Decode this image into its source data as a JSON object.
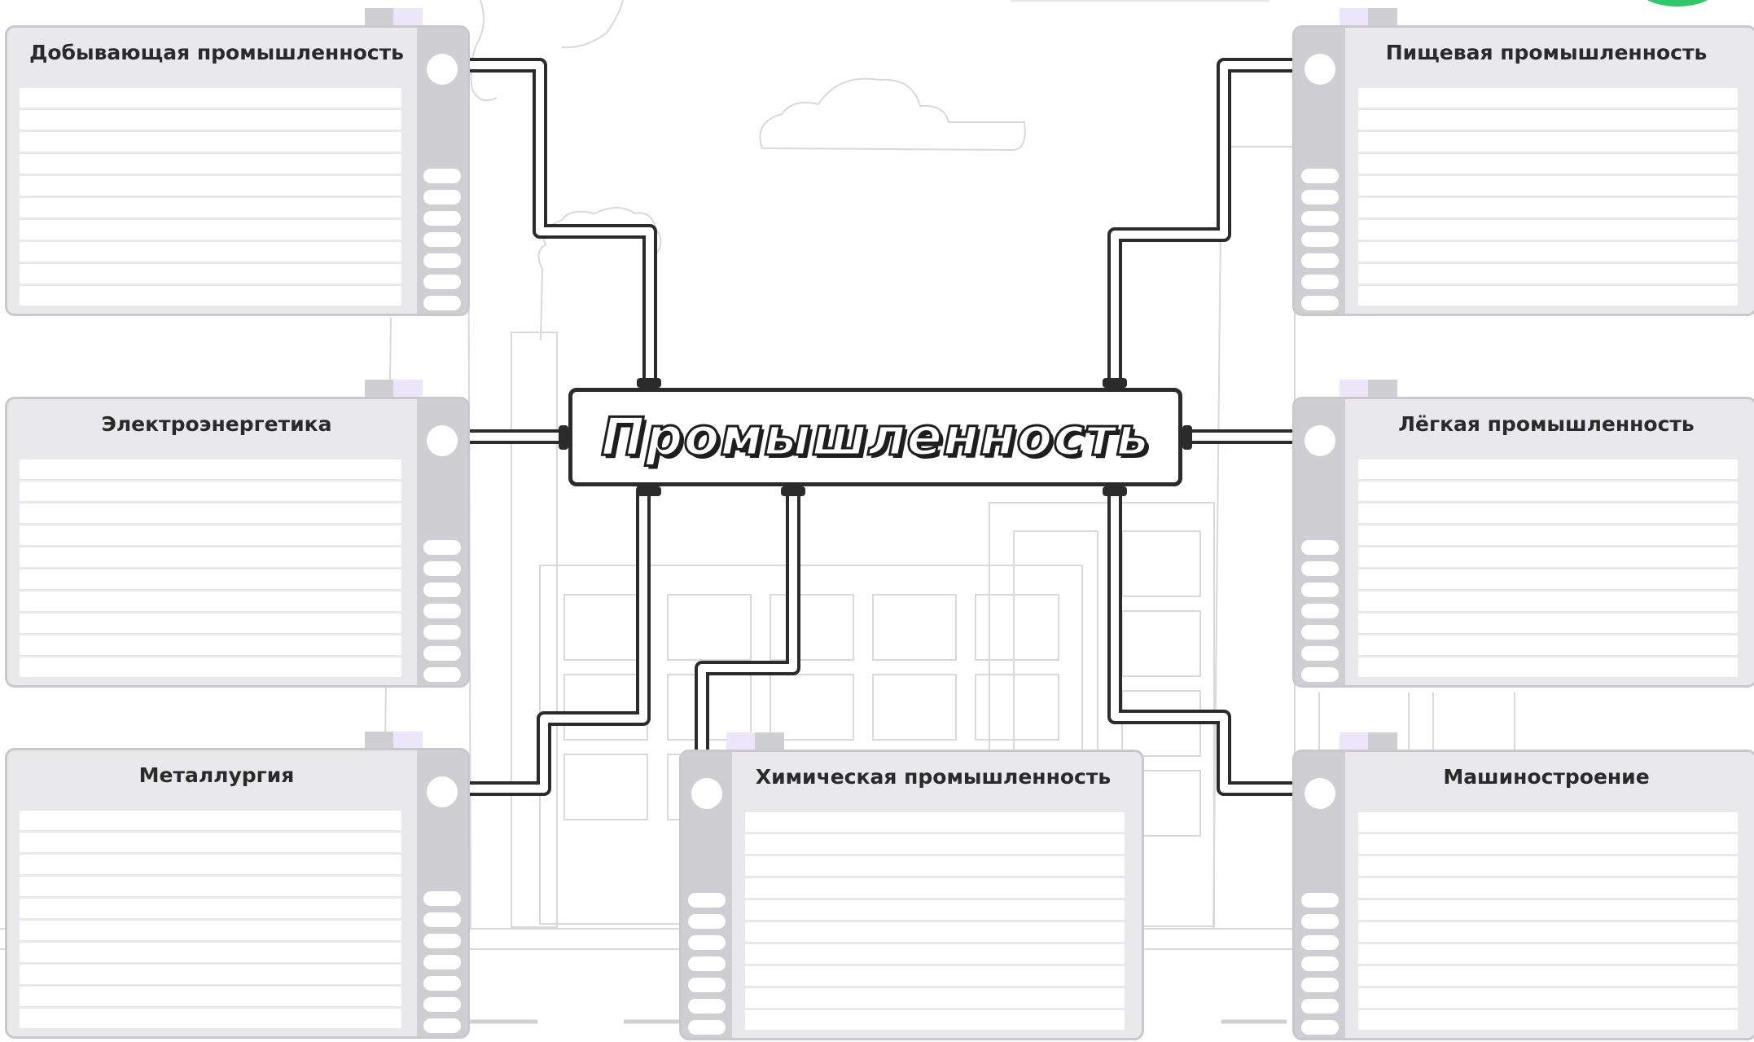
{
  "main_title": "Промышленность",
  "branches": [
    {
      "title": "Добывающая промышленность"
    },
    {
      "title": "Электроэнергетика"
    },
    {
      "title": "Металлургия"
    },
    {
      "title": "Химическая промышленность"
    },
    {
      "title": "Пищевая промышленность"
    },
    {
      "title": "Лёгкая промышленность"
    },
    {
      "title": "Машиностроение"
    }
  ],
  "colors": {
    "card_fill": "#e9e9eb",
    "card_spine": "#cfced3",
    "card_border": "#c9c8cc",
    "tab_lilac": "#ebe6fa",
    "pipe_stroke": "#2b2b2b",
    "background_drawing": "#d6d6d6",
    "accent_badge": "#2fc86b"
  }
}
